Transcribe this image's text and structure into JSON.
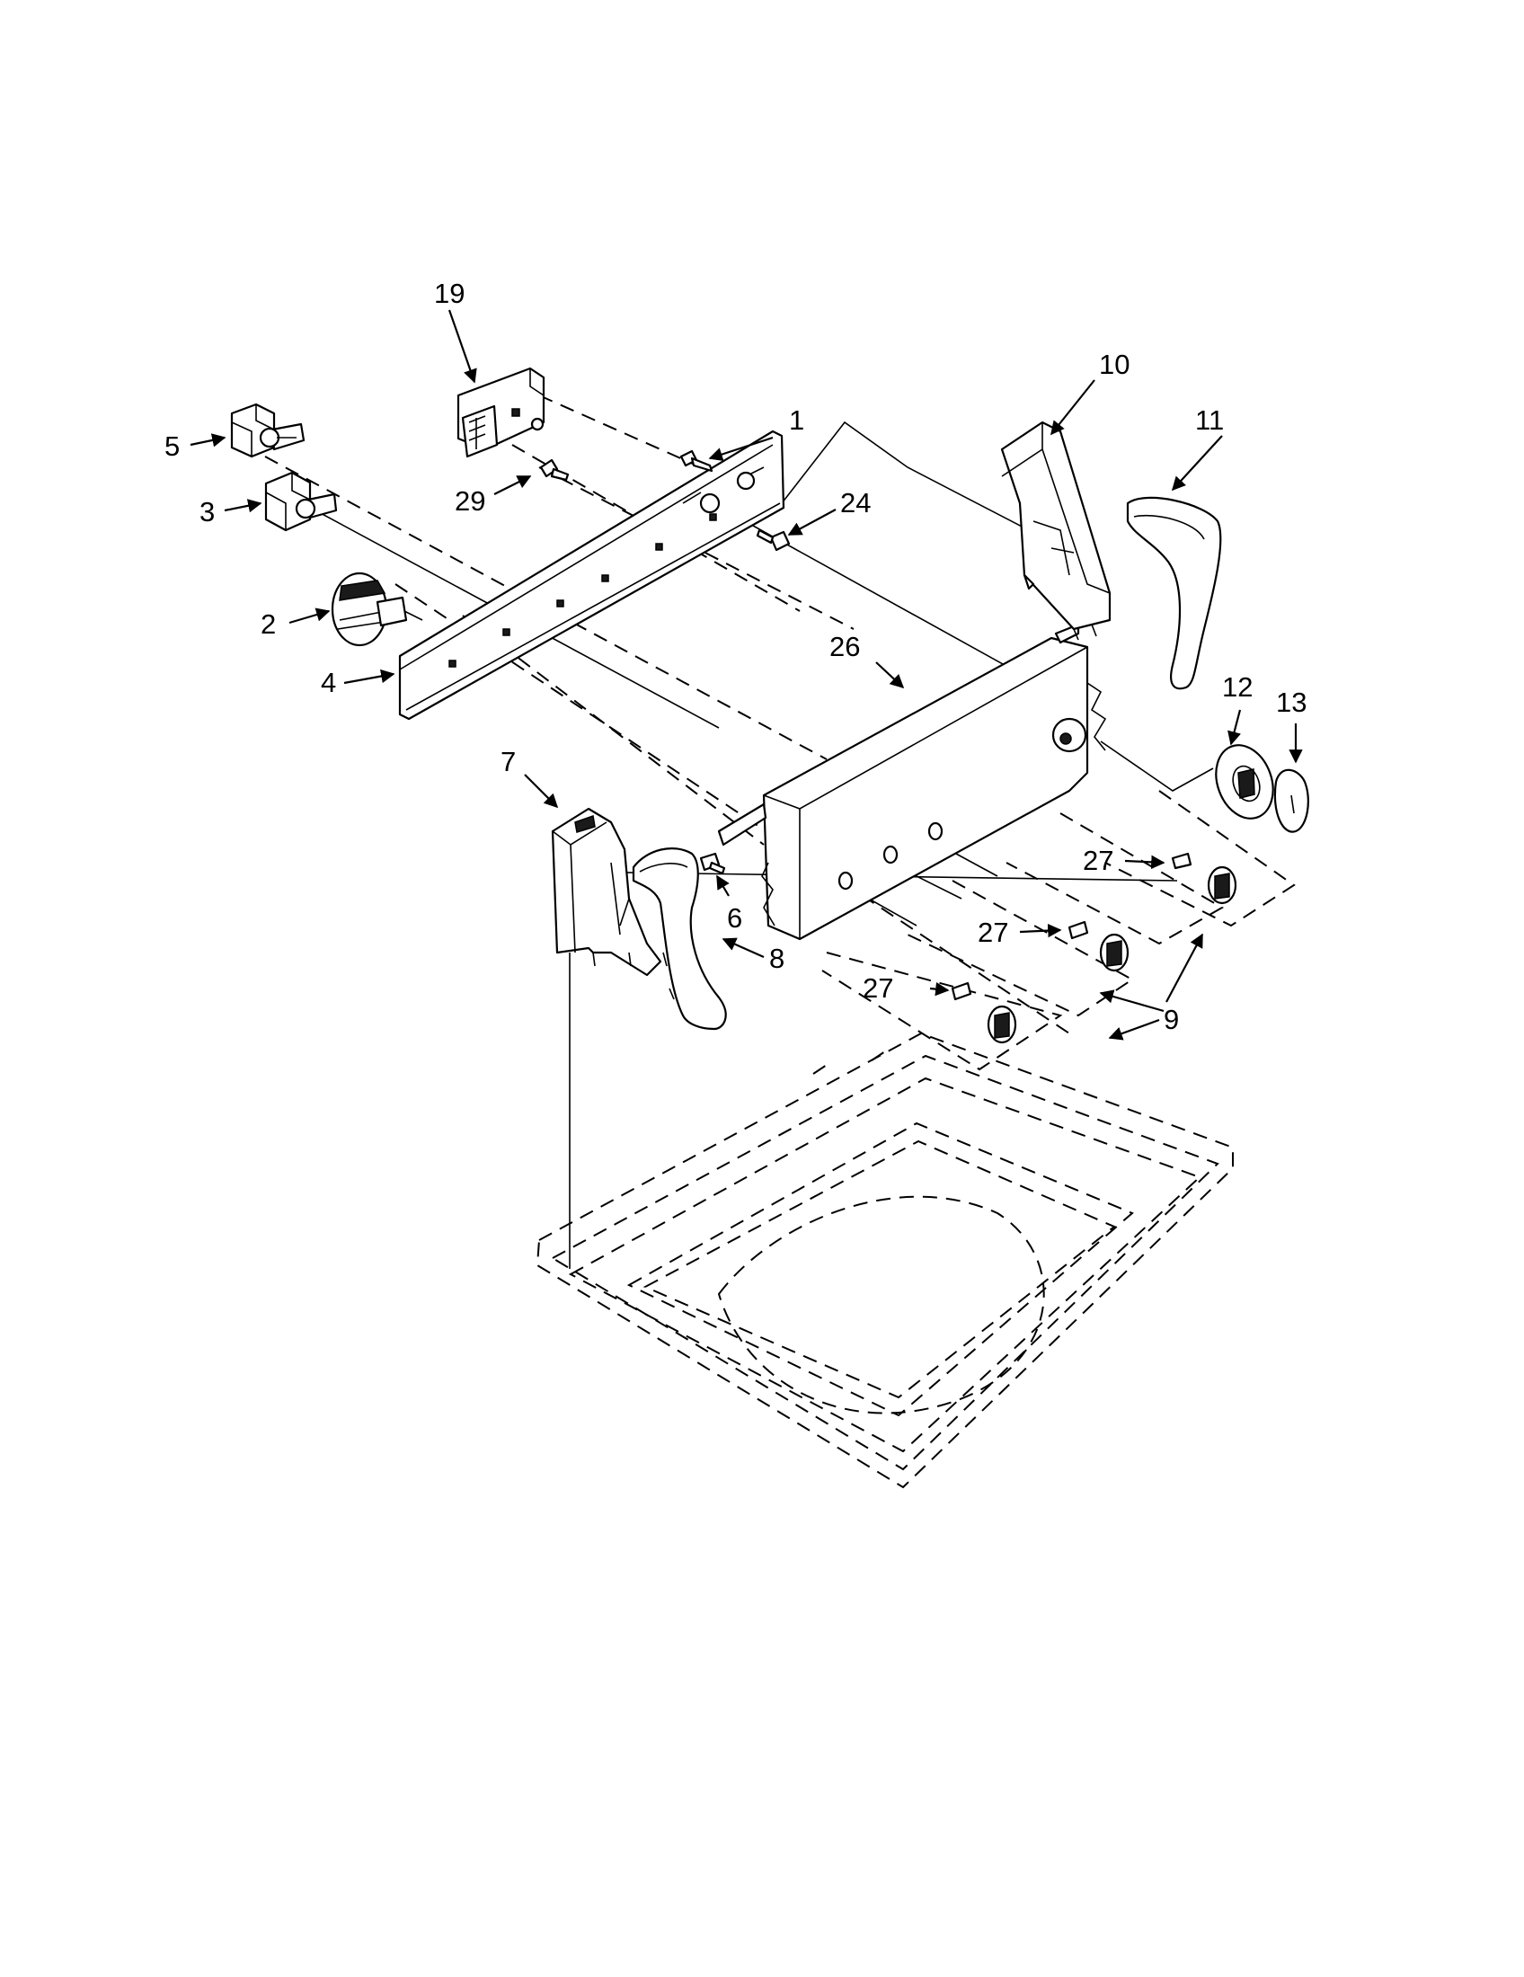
{
  "diagram": {
    "callouts": {
      "c1": "1",
      "c2": "2",
      "c3": "3",
      "c4": "4",
      "c5": "5",
      "c6": "6",
      "c7": "7",
      "c8": "8",
      "c9": "9",
      "c10": "10",
      "c11": "11",
      "c12": "12",
      "c13": "13",
      "c19": "19",
      "c24": "24",
      "c26": "26",
      "c27a": "27",
      "c27b": "27",
      "c27c": "27",
      "c29": "29"
    }
  }
}
